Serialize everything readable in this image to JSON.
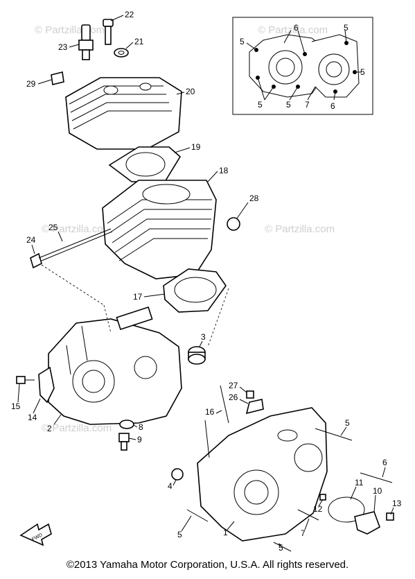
{
  "watermarks": [
    "© Partzilla.com",
    "© Partzilla.com",
    "© Partzilla.com",
    "© Partzilla.com",
    "© Partzilla.com"
  ],
  "callouts": [
    "22",
    "23",
    "21",
    "29",
    "20",
    "19",
    "18",
    "28",
    "25",
    "24",
    "17",
    "3",
    "15",
    "14",
    "2",
    "8",
    "9",
    "27",
    "26",
    "16",
    "5",
    "4",
    "6",
    "11",
    "10",
    "12",
    "13",
    "7",
    "1",
    "5",
    "5",
    "6",
    "5",
    "5",
    "5",
    "5",
    "5",
    "7",
    "6"
  ],
  "arrow_label": "FWD",
  "copyright": "©2013 Yamaha Motor Corporation, U.S.A. All rights reserved."
}
